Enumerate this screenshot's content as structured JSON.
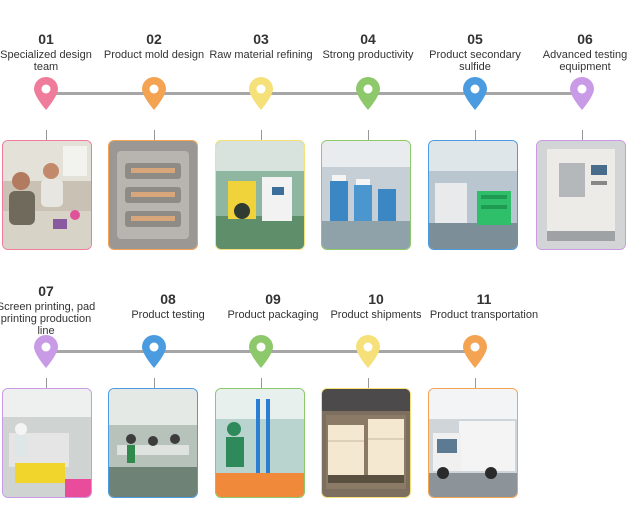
{
  "colors": {
    "line": "#a6a6a6",
    "pink": "#f07c9b",
    "orange": "#f3a352",
    "yellow": "#f6e07a",
    "green": "#8dc86b",
    "blue": "#4a9be0",
    "purple": "#c99ae6"
  },
  "row1": [
    {
      "num": "01",
      "label": "Specialized design team",
      "color": "pink",
      "icon": "map-pin-icon",
      "photo": "design-team-meeting"
    },
    {
      "num": "02",
      "label": "Product mold design",
      "color": "orange",
      "icon": "map-pin-icon",
      "photo": "metal-mold"
    },
    {
      "num": "03",
      "label": "Raw material refining",
      "color": "yellow",
      "icon": "map-pin-icon",
      "photo": "refining-machines"
    },
    {
      "num": "04",
      "label": "Strong productivity",
      "color": "green",
      "icon": "map-pin-icon",
      "photo": "production-line"
    },
    {
      "num": "05",
      "label": "Product secondary sulfide",
      "color": "blue",
      "icon": "map-pin-icon",
      "photo": "vulcanizing-workshop"
    },
    {
      "num": "06",
      "label": "Advanced testing equipment",
      "color": "purple",
      "icon": "map-pin-icon",
      "photo": "testing-chamber"
    }
  ],
  "row2": [
    {
      "num": "07",
      "label": "Screen printing, pad printing production line",
      "color": "purple",
      "icon": "map-pin-icon",
      "photo": "printing-line"
    },
    {
      "num": "08",
      "label": "Product testing",
      "color": "blue",
      "icon": "map-pin-icon",
      "photo": "testing-room"
    },
    {
      "num": "09",
      "label": "Product packaging",
      "color": "green",
      "icon": "map-pin-icon",
      "photo": "packaging-workers"
    },
    {
      "num": "10",
      "label": "Product shipments",
      "color": "yellow",
      "icon": "map-pin-icon",
      "photo": "boxed-shipments"
    },
    {
      "num": "11",
      "label": "Product transportation",
      "color": "orange",
      "icon": "map-pin-icon",
      "photo": "delivery-truck"
    }
  ]
}
